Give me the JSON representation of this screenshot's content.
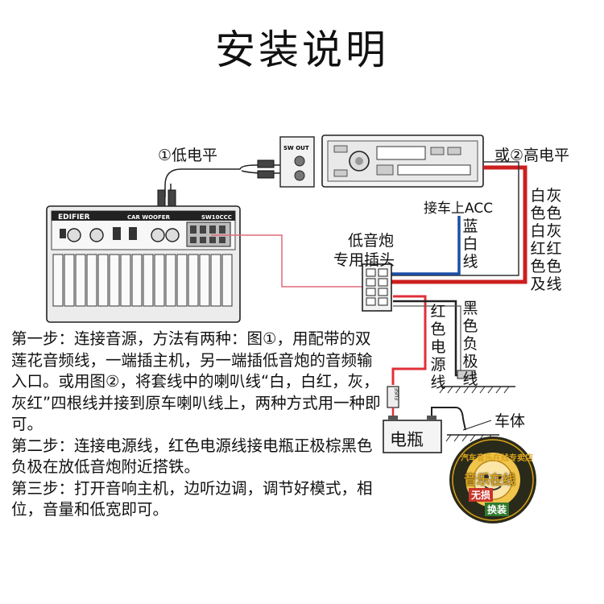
{
  "title": "安装说明",
  "labels": {
    "low_level": "①低电平",
    "high_level": "或②高电平",
    "acc": "接车上ACC",
    "blue_white": "蓝白线",
    "wire_colors_1": "白色白红色及",
    "wire_colors_2": "灰色灰红色线",
    "plug_line1": "低音炮",
    "plug_line2": "专用插头",
    "red_power": "红色电源线",
    "black_negative": "黑色负极线",
    "car_body": "车体",
    "battery": "电瓶",
    "sw_out": "SW OUT",
    "amp_brand": "EDIFIER",
    "amp_model": "CAR WOOFER",
    "amp_model2": "SW10CCC",
    "fuse": "FUSE"
  },
  "instructions": [
    "第一步：连接音源，方法有两种：图①，用配带的双莲花音频线，一端插主机，另一端插低音炮的音频输入口。或用图②，将套线中的喇叭线“白，白红，灰，灰红”四根线并接到原车喇叭线上，两种方式用一种即可。",
    "第二步：连接电源线，红色电源线接电瓶正极棕黑色负极在放低音炮附近搭铁。",
    "第三步：打开音响主机，边听边调，调节好模式，相位，音量和低宽即可。"
  ],
  "logo": {
    "ring_text": "汽车音乐在线专卖店",
    "main_text": "音乐在线",
    "badge1": "无损",
    "badge2": "换装"
  },
  "colors": {
    "high_wire": "#cc1f1f",
    "acc_wire": "#1c4fa8",
    "red_wire": "#e0303a",
    "logo_bg": "#2a2a1a",
    "logo_gold": "#d9a21b"
  }
}
